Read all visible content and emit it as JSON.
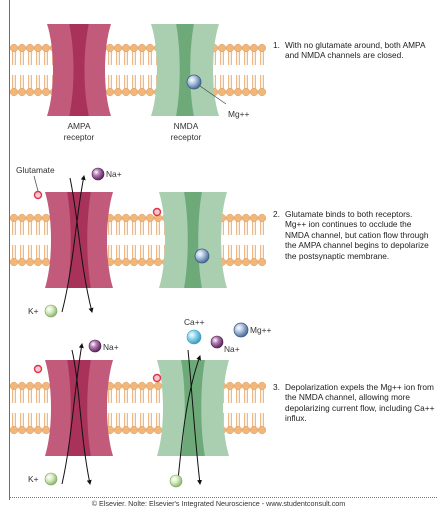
{
  "panel1": {
    "ampa_label": [
      "AMPA",
      "receptor"
    ],
    "nmda_label": [
      "NMDA",
      "receptor"
    ],
    "mg_label": "Mg++",
    "step_number": "1.",
    "step_text": "With no glutamate around, both AMPA and NMDA channels are closed."
  },
  "panel2": {
    "glutamate_label": "Glutamate",
    "na_label": "Na+",
    "k_label": "K+",
    "step_number": "2.",
    "step_text": "Glutamate binds to both receptors. Mg++ ion continues to occlude the NMDA channel, but cation flow through the AMPA channel begins to depolarize the postsynaptic membrane."
  },
  "panel3": {
    "ca_label": "Ca++",
    "mg_label": "Mg++",
    "na_label_ampa": "Na+",
    "na_label_nmda": "Na+",
    "k_label": "K+",
    "step_number": "3.",
    "step_text": "Depolarization expels the Mg++ ion from the NMDA channel, allowing more depolarizing current flow, including Ca++ influx."
  },
  "footer": {
    "copyright": "© Elsevier. Nolte: Elsevier's Integrated Neuroscience - www.studentconsult.com"
  },
  "colors": {
    "ampa": "#c25a7c",
    "nmda": "#a9cfb0",
    "membrane": "#f0b77c",
    "mg_ion": "#8fb0d6",
    "na_ion": "#8e4a8e",
    "ca_ion": "#7ccde8",
    "k_ion": "#cfe7b0",
    "glutamate": "#e0344d"
  }
}
